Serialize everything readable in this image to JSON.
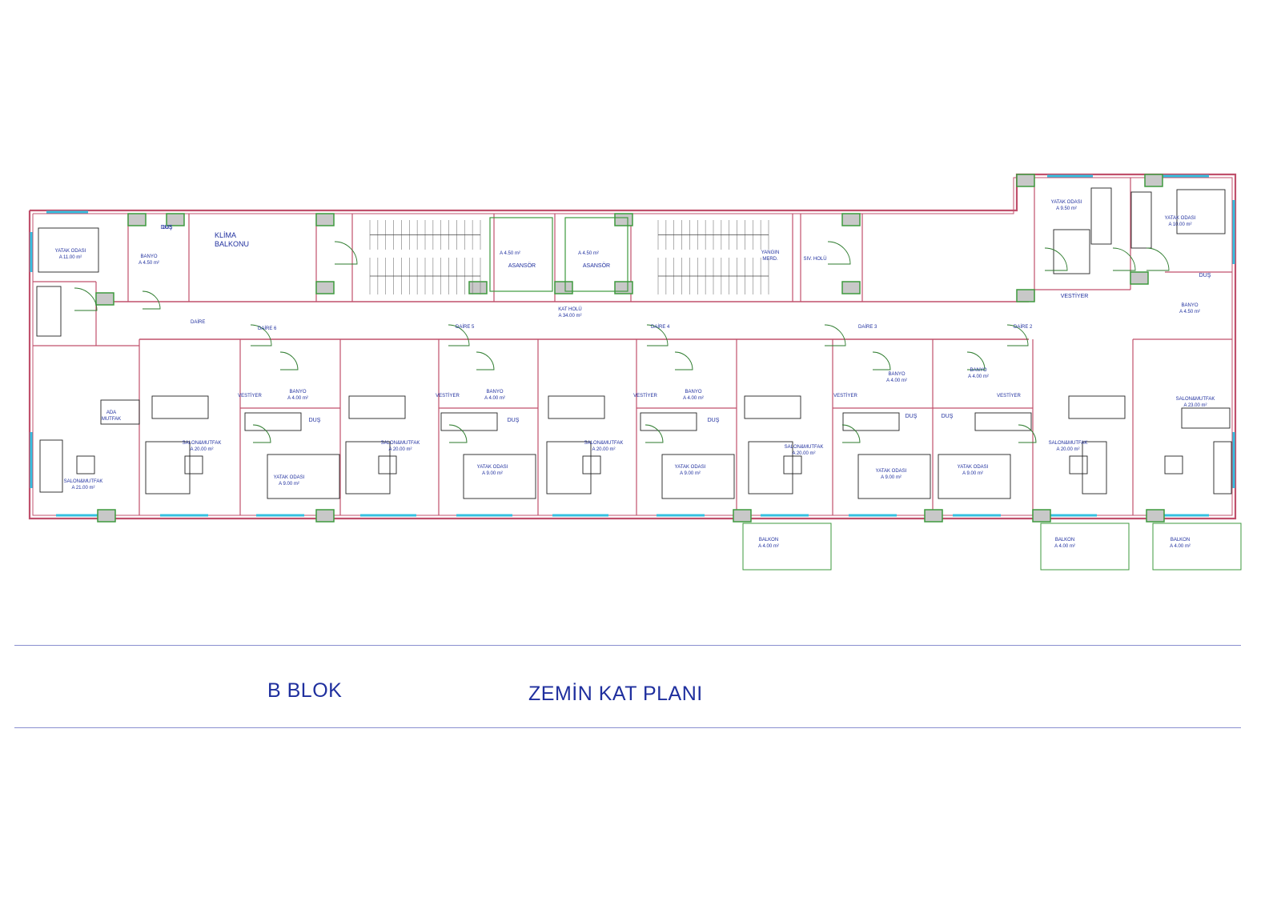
{
  "footer": {
    "block_label": "B BLOK",
    "plan_title": "ZEMİN KAT PLANI"
  },
  "plan": {
    "colors": {
      "outer_wall": "#c0506c",
      "interior_wall": "#c0506c",
      "column": "#3e9a3e",
      "window": "#35c0e0",
      "label": "#1f2f9e",
      "furniture": "#222222",
      "door": "#2b7a2b"
    },
    "top_labels": {
      "klima": "KLİMA\nBALKONU",
      "asansor_1": "ASANSÖR",
      "asansor_2": "ASANSÖR",
      "asansor_1_area": "A 4.50 m²",
      "asansor_2_area": "A 4.50 m²",
      "yangin": "YANGIN\nMERD.",
      "siv_holu": "SIV. HOLÜ",
      "kat_holu": "KAT HOLÜ\nA 34.00 m²",
      "vestiyer_top": "VESTİYER"
    },
    "rooms": [
      {
        "id": "r-yatak-1",
        "label": "YATAK ODASI",
        "area": "A 11.00 m²"
      },
      {
        "id": "r-banyo-1",
        "label": "BANYO",
        "area": "A 4.50 m²"
      },
      {
        "id": "r-dus-1",
        "label": "DUŞ",
        "area": ""
      },
      {
        "id": "r-salon-1",
        "label": "SALON&MUTFAK",
        "area": "A 21.00 m²"
      },
      {
        "id": "r-ada-1",
        "label": "ADA\nMUTFAK",
        "area": ""
      },
      {
        "id": "r-salon-2",
        "label": "SALON&MUTFAK",
        "area": "A 20.00 m²"
      },
      {
        "id": "r-yatak-2",
        "label": "YATAK ODASI",
        "area": "A 9.00 m²"
      },
      {
        "id": "r-banyo-2",
        "label": "BANYO",
        "area": "A 4.00 m²"
      },
      {
        "id": "r-salon-3",
        "label": "SALON&MUTFAK",
        "area": "A 20.00 m²"
      },
      {
        "id": "r-yatak-3",
        "label": "YATAK ODASI",
        "area": "A 9.00 m²"
      },
      {
        "id": "r-banyo-3",
        "label": "BANYO",
        "area": "A 4.00 m²"
      },
      {
        "id": "r-salon-4",
        "label": "SALON&MUTFAK",
        "area": "A 20.00 m²"
      },
      {
        "id": "r-yatak-4",
        "label": "YATAK ODASI",
        "area": "A 9.00 m²"
      },
      {
        "id": "r-banyo-4",
        "label": "BANYO",
        "area": "A 4.00 m²"
      },
      {
        "id": "r-salon-5",
        "label": "SALON&MUTFAK",
        "area": "A 20.00 m²"
      },
      {
        "id": "r-yatak-5",
        "label": "YATAK ODASI",
        "area": "A 9.00 m²"
      },
      {
        "id": "r-banyo-5",
        "label": "BANYO",
        "area": "A 4.00 m²"
      },
      {
        "id": "r-yatak-6",
        "label": "YATAK ODASI",
        "area": "A 9.00 m²"
      },
      {
        "id": "r-banyo-6",
        "label": "BANYO",
        "area": "A 4.00 m²"
      },
      {
        "id": "r-salon-6",
        "label": "SALON&MUTFAK",
        "area": "A 20.00 m²"
      },
      {
        "id": "r-salon-7",
        "label": "SALON&MUTFAK",
        "area": "A 23.00 m²"
      },
      {
        "id": "r-yatak-7",
        "label": "YATAK ODASI",
        "area": "A 9.50 m²"
      },
      {
        "id": "r-yatak-8",
        "label": "YATAK ODASI",
        "area": "A 10.00 m²"
      },
      {
        "id": "r-banyo-7",
        "label": "BANYO",
        "area": "A 4.50 m²"
      },
      {
        "id": "r-balkon-1",
        "label": "BALKON",
        "area": "A 4.00 m²"
      },
      {
        "id": "r-balkon-2",
        "label": "BALKON",
        "area": "A 4.00 m²"
      },
      {
        "id": "r-balkon-3",
        "label": "BALKON",
        "area": "A 4.00 m²"
      }
    ],
    "daire_labels": [
      "DAİRE",
      "DAİRE 6",
      "DAİRE 5",
      "DAİRE 4",
      "DAİRE 3",
      "DAİRE 2"
    ],
    "vestiyer_labels": [
      "VESTİYER",
      "VESTİYER",
      "VESTİYER",
      "VESTİYER",
      "VESTİYER"
    ],
    "dus_labels": [
      "DUŞ",
      "DUŞ",
      "DUŞ",
      "DUŞ",
      "DUŞ",
      "DUŞ",
      "DUŞ"
    ]
  }
}
